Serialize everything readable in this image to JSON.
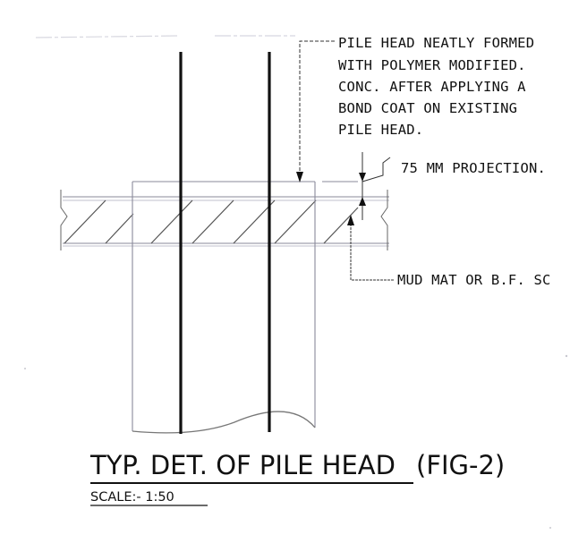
{
  "annotations": {
    "pile_head_note": [
      "PILE HEAD NEATLY FORMED",
      "WITH POLYMER MODIFIED.",
      "CONC. AFTER APPLYING A",
      "BOND COAT ON EXISTING",
      "PILE HEAD."
    ],
    "projection_note": "75 MM PROJECTION.",
    "mud_mat_note": "MUD MAT OR B.F. SC"
  },
  "title": {
    "main": "TYP. DET. OF PILE HEAD",
    "figure": "(FIG-2)",
    "scale": "SCALE:- 1:50"
  },
  "colors": {
    "line": "#111111",
    "faint": "#c8c8d8",
    "dim": "#8a8a9a"
  }
}
